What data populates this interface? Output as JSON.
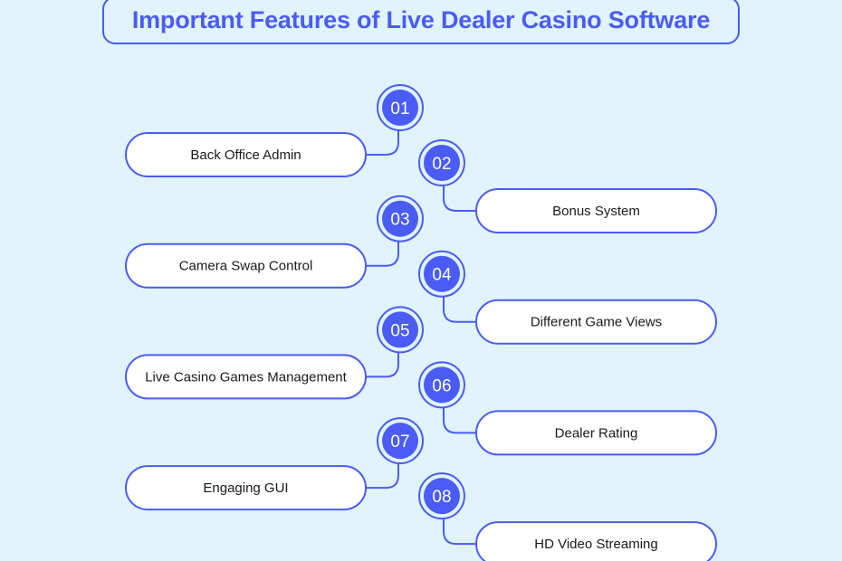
{
  "title": "Important Features of Live Dealer Casino Software",
  "colors": {
    "accent": "#4a5cf5",
    "background": "#e1f3fd",
    "pill_fill": "#ffffff"
  },
  "features": [
    {
      "number": "01",
      "label": "Back Office Admin"
    },
    {
      "number": "02",
      "label": "Bonus System"
    },
    {
      "number": "03",
      "label": "Camera Swap Control"
    },
    {
      "number": "04",
      "label": "Different Game Views"
    },
    {
      "number": "05",
      "label": "Live Casino Games Management"
    },
    {
      "number": "06",
      "label": "Dealer Rating"
    },
    {
      "number": "07",
      "label": "Engaging GUI"
    },
    {
      "number": "08",
      "label": "HD Video Streaming"
    }
  ]
}
